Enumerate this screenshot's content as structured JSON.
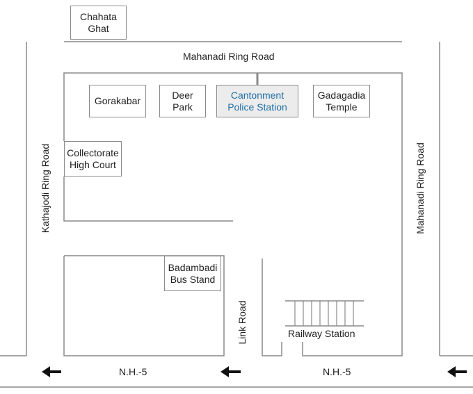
{
  "places": {
    "chahata_ghat": "Chahata\nGhat",
    "gorakabar": "Gorakabar",
    "deer_park": "Deer\nPark",
    "cantonment_police_station": "Cantonment\nPolice Station",
    "gadagadia_temple": "Gadagadia\nTemple",
    "collectorate_high_court": "Collectorate\nHigh Court",
    "badambadi_bus_stand": "Badambadi\nBus Stand",
    "railway_station": "Railway Station"
  },
  "roads": {
    "mahanadi_ring_road_top": "Mahanadi Ring Road",
    "kathajodi_ring_road": "Kathajodi Ring Road",
    "mahanadi_ring_road_right": "Mahanadi Ring Road",
    "link_road": "Link Road",
    "nh5_left": "N.H.-5",
    "nh5_right": "N.H.-5"
  },
  "colors": {
    "line": "#8a8a8a",
    "highlight_fill": "#ececec",
    "highlight_text": "#1f6fa6",
    "arrow": "#111111"
  },
  "icons": [
    "left-arrow-icon",
    "left-arrow-icon",
    "left-arrow-icon",
    "railway-track-icon"
  ]
}
